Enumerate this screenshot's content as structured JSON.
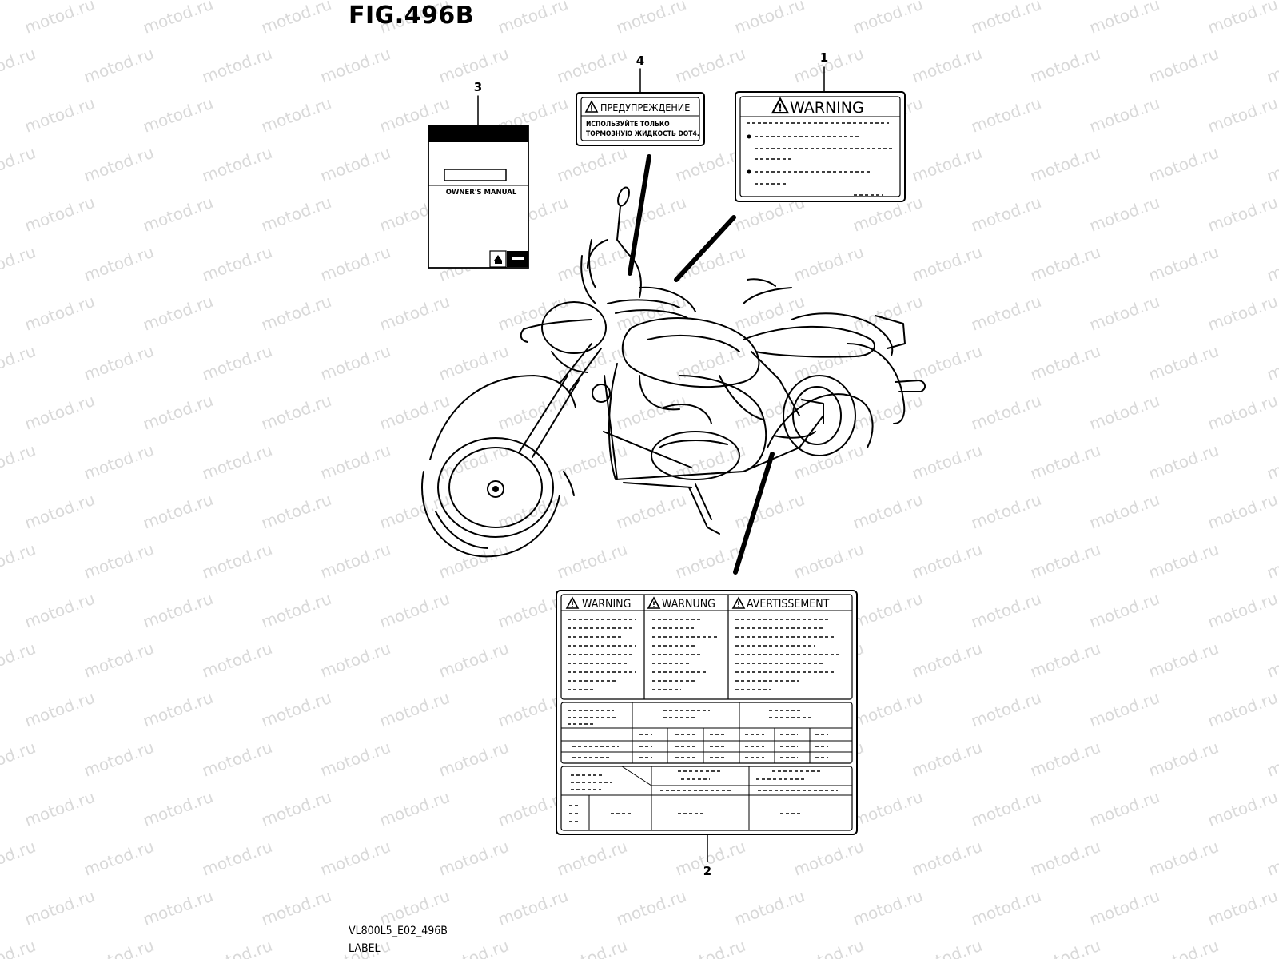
{
  "figure": {
    "title": "FIG.496B",
    "code": "VL800L5_E02_496B",
    "caption": "LABEL"
  },
  "watermark": {
    "text": "motod.ru"
  },
  "callouts": [
    "1",
    "2",
    "3",
    "4"
  ],
  "label_1": {
    "heading": "WARNING"
  },
  "label_2": {
    "headings": [
      "WARNING",
      "WARNUNG",
      "AVERTISSEMENT"
    ]
  },
  "label_3": {
    "title": "OWNER'S MANUAL"
  },
  "label_4": {
    "heading": "ПРЕДУПРЕЖДЕНИЕ",
    "line1": "ИСПОЛЬЗУЙТЕ ТОЛЬКО",
    "line2": "ТОРМОЗНУЮ ЖИДКОСТЬ DOT4."
  },
  "colors": {
    "ink": "#000000",
    "watermark": "#d9d9d9",
    "background": "#ffffff"
  }
}
